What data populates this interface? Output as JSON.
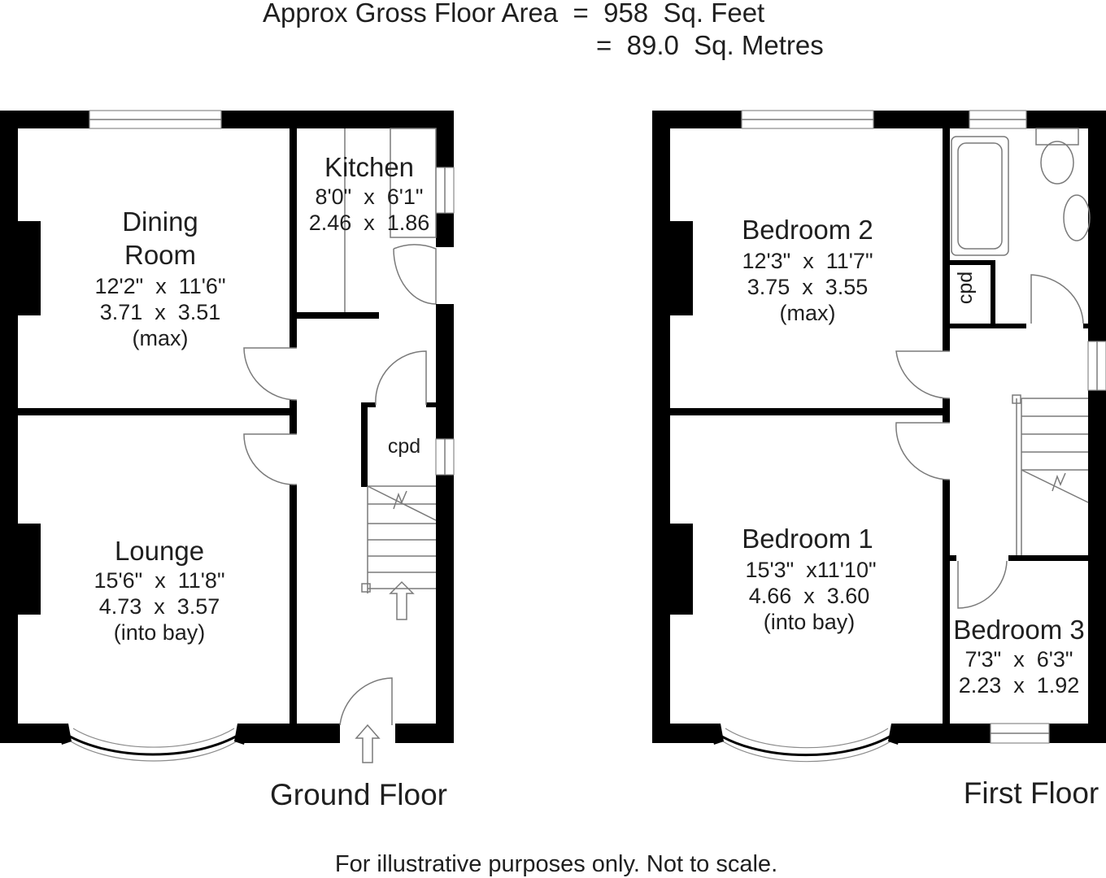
{
  "header": {
    "line1": "Approx Gross Floor Area  =  958  Sq. Feet",
    "line2": "=  89.0  Sq. Metres"
  },
  "ground_floor": {
    "title": "Ground Floor",
    "dining": {
      "name1": "Dining",
      "name2": "Room",
      "imperial": "12'2\"  x  11'6\"",
      "metric": "3.71  x  3.51",
      "note": "(max)"
    },
    "kitchen": {
      "name": "Kitchen",
      "imperial": "8'0\"  x  6'1\"",
      "metric": "2.46  x  1.86"
    },
    "lounge": {
      "name": "Lounge",
      "imperial": "15'6\"  x  11'8\"",
      "metric": "4.73  x  3.57",
      "note": "(into bay)"
    },
    "cupboard": "cpd"
  },
  "first_floor": {
    "title": "First Floor",
    "bedroom2": {
      "name": "Bedroom 2",
      "imperial": "12'3\"  x  11'7\"",
      "metric": "3.75  x  3.55",
      "note": "(max)"
    },
    "bedroom1": {
      "name": "Bedroom 1",
      "imperial": "15'3\"  x11'10\"",
      "metric": "4.66  x  3.60",
      "note": "(into bay)"
    },
    "bedroom3": {
      "name": "Bedroom 3",
      "imperial": "7'3\"  x  6'3\"",
      "metric": "2.23  x  1.92"
    },
    "cupboard": "cpd"
  },
  "footer": {
    "disclaimer": "For illustrative purposes only. Not to scale."
  }
}
